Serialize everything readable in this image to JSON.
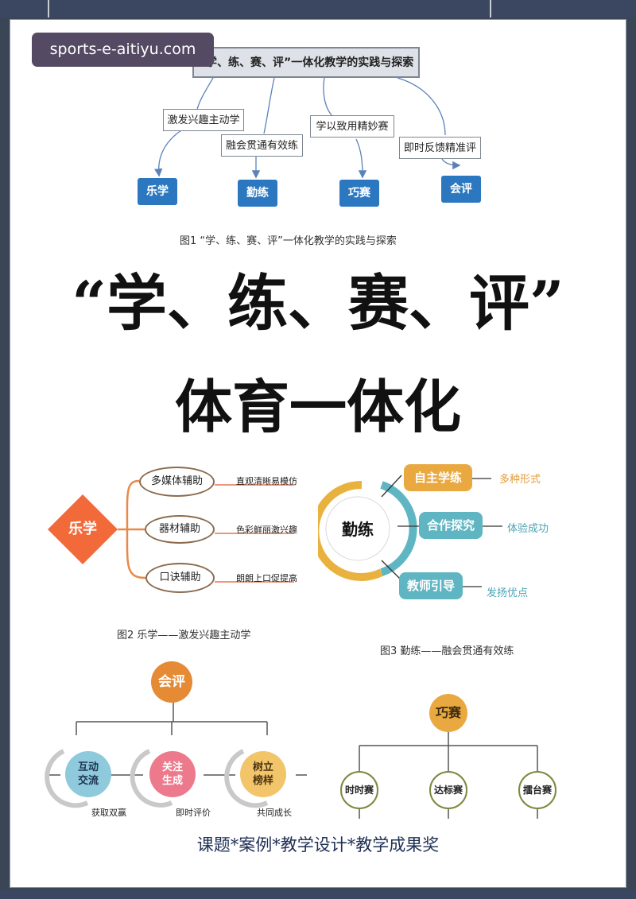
{
  "watermark": "sports-e-aitiyu.com",
  "fig1": {
    "root": "“学、练、赛、评”一体化教学的实践与探索",
    "branches": [
      "激发兴趣主动学",
      "融会贯通有效练",
      "学以致用精妙赛",
      "即时反馈精准评"
    ],
    "leaves": [
      "乐学",
      "勤练",
      "巧赛",
      "会评"
    ],
    "caption": "图1 “学、练、赛、评”一体化教学的实践与探索"
  },
  "title": {
    "line1": "“学、练、赛、评”",
    "line2": "体育一体化"
  },
  "fig2": {
    "center": "乐学",
    "items": [
      {
        "label": "多媒体辅助",
        "note": "直观清晰易模仿"
      },
      {
        "label": "器材辅助",
        "note": "色彩鲜丽激兴趣"
      },
      {
        "label": "口诀辅助",
        "note": "朗朗上口促提高"
      }
    ],
    "caption": "图2 乐学——激发兴趣主动学"
  },
  "fig3": {
    "center": "勤练",
    "items": [
      {
        "label": "自主学练",
        "note": "多种形式"
      },
      {
        "label": "合作探究",
        "note": "体验成功"
      },
      {
        "label": "教师引导",
        "note": "发扬优点"
      }
    ],
    "caption": "图3 勤练——融会贯通有效练"
  },
  "fig4": {
    "center": "会评",
    "items": [
      {
        "label": "互动交流",
        "note": "获取双赢"
      },
      {
        "label": "关注生成",
        "note": "即时评价"
      },
      {
        "label": "树立榜样",
        "note": "共同成长"
      }
    ]
  },
  "fig5": {
    "center": "巧赛",
    "items": [
      "时时赛",
      "达标赛",
      "擂台赛"
    ]
  },
  "footer": "课题*案例*教学设计*教学成果奖",
  "colors": {
    "blue": "#2b78c1",
    "orange": "#e8a53c",
    "diamond": "#f26a3a",
    "teal": "#5fb6c2",
    "gold": "#e9b23f",
    "footer": "#1f2f55"
  }
}
